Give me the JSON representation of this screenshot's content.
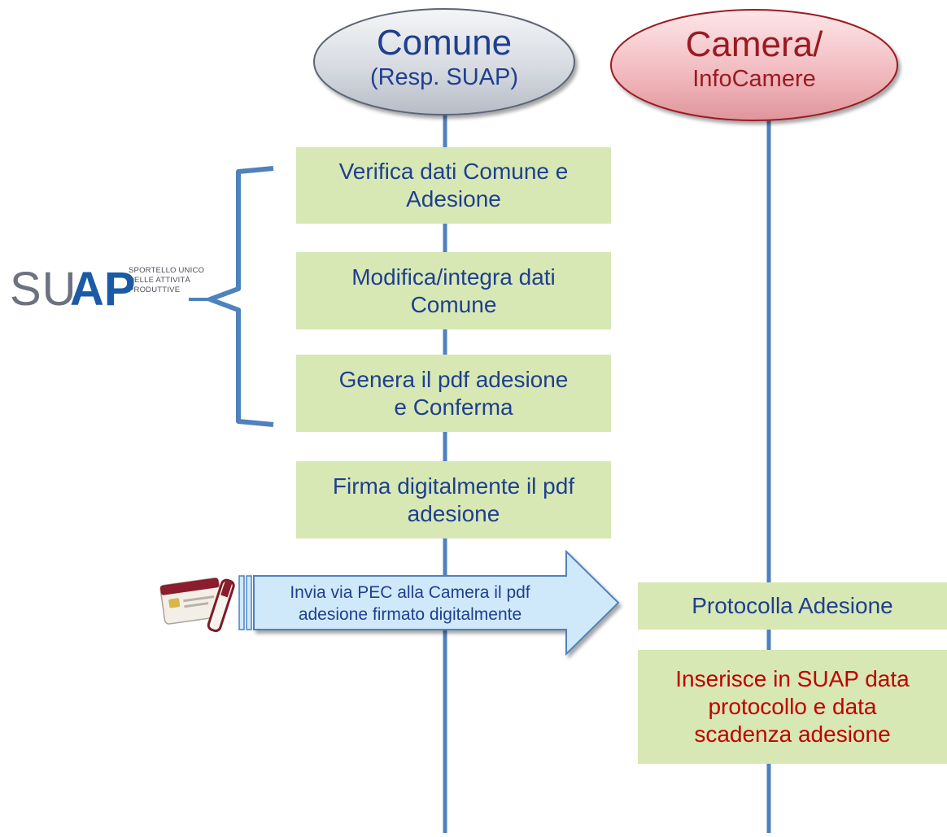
{
  "actors": {
    "comune": {
      "title": "Comune",
      "subtitle": "(Resp. SUAP)",
      "fill": "#d9dde3"
    },
    "camera": {
      "title": "Camera/",
      "subtitle": "InfoCamere",
      "fill": "#f3c3c7"
    }
  },
  "steps": {
    "verifica": "Verifica dati Comune e\nAdesione",
    "modifica": "Modifica/integra dati\nComune",
    "genera": "Genera il pdf adesione\ne Conferma",
    "firma": "Firma digitalmente il pdf\nadesione",
    "protocolla": "Protocolla Adesione",
    "inserisce": "Inserisce in SUAP data\nprotocollo e data\nscadenza adesione"
  },
  "arrow": {
    "label": "Invia via PEC alla Camera il pdf\nadesione firmato digitalmente"
  },
  "logo": {
    "letters_grey": "SU",
    "letters_blue": "AP",
    "tagline": "SPORTELLO UNICO\nDELLE ATTIVITÀ\nPRODUTTIVE"
  },
  "icons": {
    "smart_card": "smart-card-icon"
  },
  "colors": {
    "lifeline": "#4f81bd",
    "step_fill": "#d7e8b4",
    "step_text": "#1f3f8f",
    "highlight_text": "#c00000",
    "arrow_fill": "#cfe9fb"
  }
}
